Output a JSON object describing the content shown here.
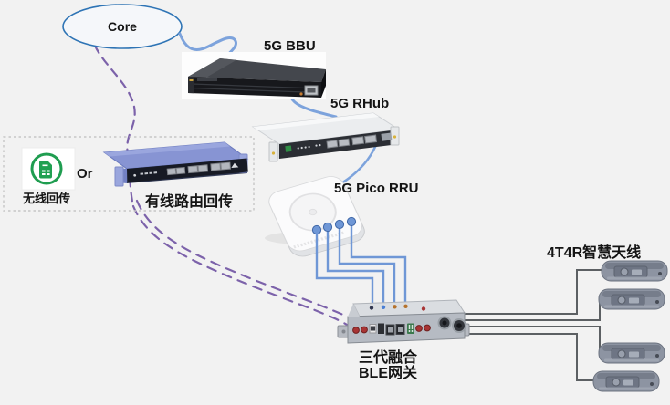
{
  "diagram": {
    "nodes": {
      "core": {
        "label": "Core"
      },
      "bbu": {
        "label": "5G BBU"
      },
      "rhub": {
        "label": "5G RHub"
      },
      "pico_rru": {
        "label": "5G Pico RRU"
      },
      "antennas": {
        "label": "4T4R智慧天线",
        "count": 4
      },
      "gateway": {
        "label_line1": "三代融合",
        "label_line2": "BLE网关"
      },
      "backhaul": {
        "wireless": {
          "label": "无线回传",
          "icon": "sim-card-icon"
        },
        "or_label": "Or",
        "wired": {
          "label": "有线路由回传"
        }
      }
    },
    "connections": [
      {
        "from": "Core",
        "to": "5G BBU",
        "style": "blue-cable"
      },
      {
        "from": "5G BBU",
        "to": "5G RHub",
        "style": "blue-cable"
      },
      {
        "from": "5G RHub",
        "to": "5G Pico RRU",
        "style": "blue-cable"
      },
      {
        "from": "5G Pico RRU",
        "to": "BLE网关",
        "style": "blue-cable",
        "count": 4
      },
      {
        "from": "BLE网关",
        "to": "4T4R智慧天线",
        "style": "gray-line",
        "count": 4
      },
      {
        "from": "Core",
        "to": "BLE网关",
        "style": "purple-dashed",
        "via": "无线回传 / 有线路由回传"
      }
    ],
    "colors": {
      "background": "#f2f2f2",
      "cable_blue": "#7da3dc",
      "dash_purple": "#7c62aa",
      "line_gray": "#5c6063",
      "core_stroke": "#2e74b5",
      "sim_green": "#21a052",
      "router_blue": "#8794d3"
    }
  }
}
